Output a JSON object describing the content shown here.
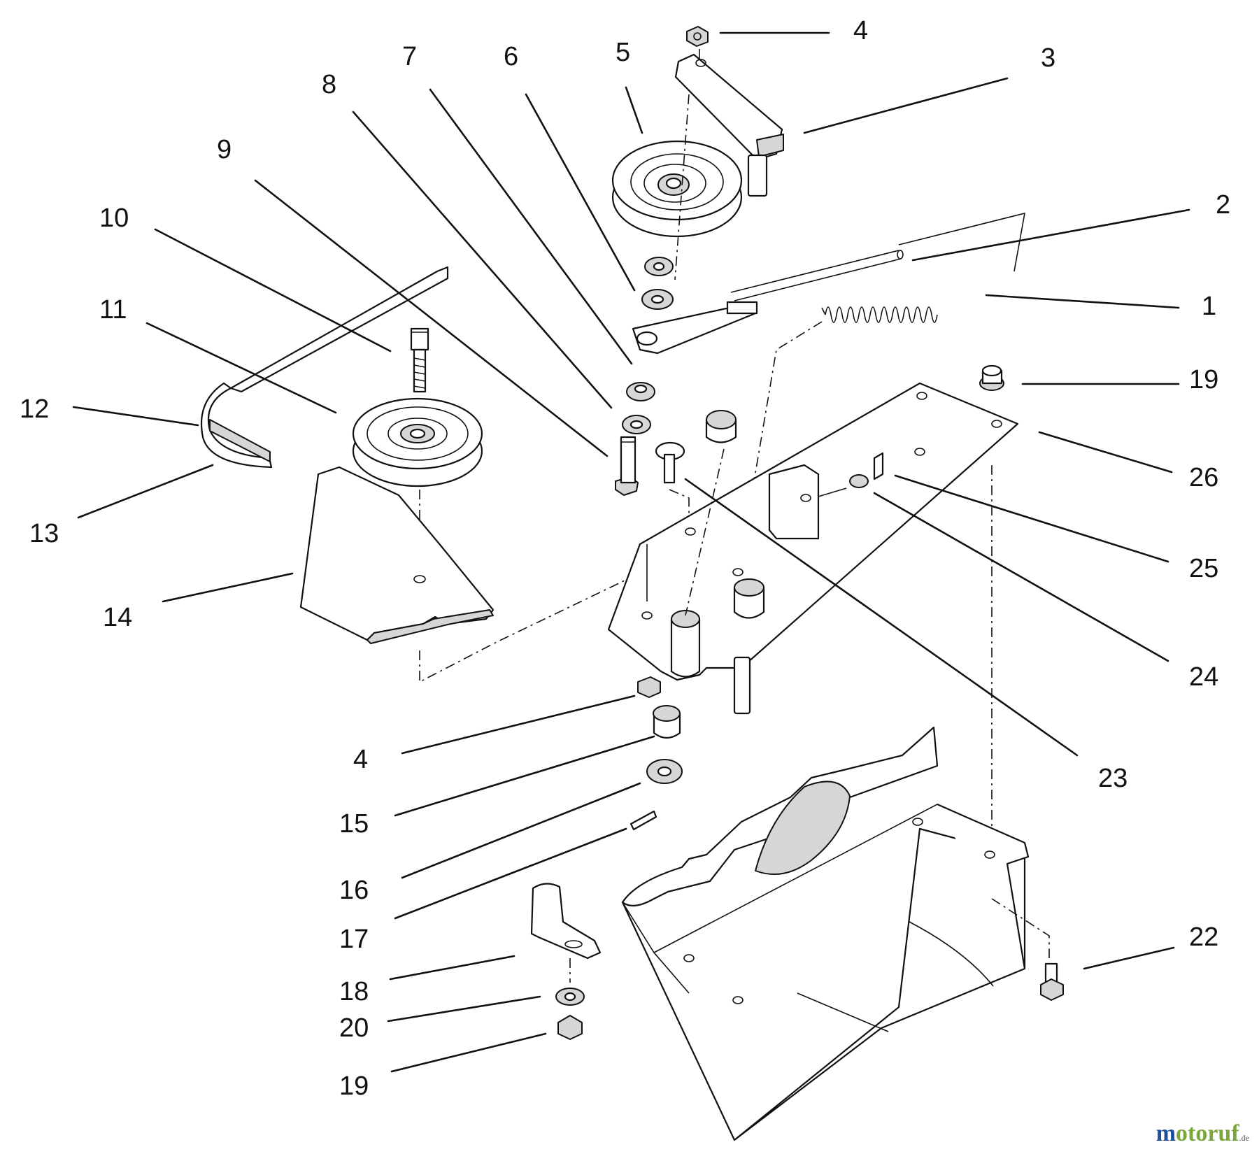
{
  "callouts": [
    {
      "id": "c4a",
      "label": "4"
    },
    {
      "id": "c3",
      "label": "3"
    },
    {
      "id": "c5",
      "label": "5"
    },
    {
      "id": "c6",
      "label": "6"
    },
    {
      "id": "c7",
      "label": "7"
    },
    {
      "id": "c8",
      "label": "8"
    },
    {
      "id": "c9",
      "label": "9"
    },
    {
      "id": "c10",
      "label": "10"
    },
    {
      "id": "c11",
      "label": "11"
    },
    {
      "id": "c12",
      "label": "12"
    },
    {
      "id": "c13",
      "label": "13"
    },
    {
      "id": "c14",
      "label": "14"
    },
    {
      "id": "c2",
      "label": "2"
    },
    {
      "id": "c1",
      "label": "1"
    },
    {
      "id": "c19a",
      "label": "19"
    },
    {
      "id": "c26",
      "label": "26"
    },
    {
      "id": "c25",
      "label": "25"
    },
    {
      "id": "c24",
      "label": "24"
    },
    {
      "id": "c23",
      "label": "23"
    },
    {
      "id": "c4b",
      "label": "4"
    },
    {
      "id": "c15",
      "label": "15"
    },
    {
      "id": "c16",
      "label": "16"
    },
    {
      "id": "c17",
      "label": "17"
    },
    {
      "id": "c18",
      "label": "18"
    },
    {
      "id": "c20",
      "label": "20"
    },
    {
      "id": "c19b",
      "label": "19"
    },
    {
      "id": "c22",
      "label": "22"
    }
  ],
  "watermark": {
    "first": "m",
    "rest": "otoruf",
    "suffix": ".de"
  }
}
